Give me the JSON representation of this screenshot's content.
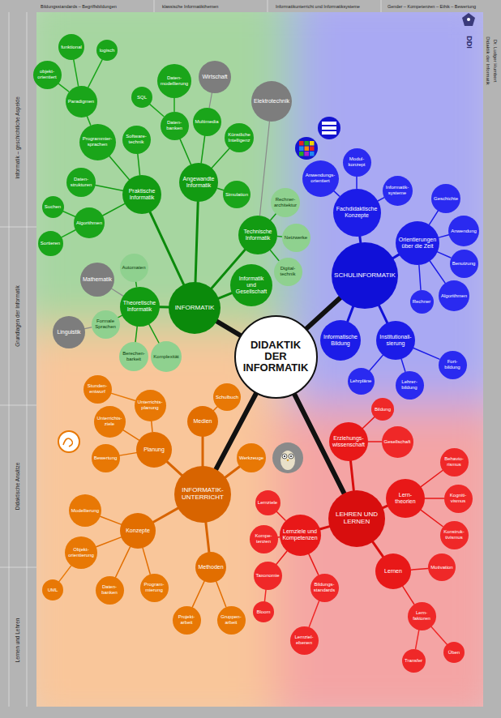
{
  "diagram": {
    "nodes": [
      {
        "text": [
          "DIDAKTIK DER INFORMATIK"
        ]
      },
      {
        "text": [
          "INFORMATIK"
        ]
      },
      {
        "text": [
          "SCHULINFORMATIK"
        ]
      },
      {
        "text": [
          "LEHREN UND LERNEN"
        ]
      },
      {
        "text": [
          "INFORMATIK-UNTERRICHT"
        ]
      },
      {
        "text": [
          "Theoretische Informatik"
        ]
      },
      {
        "text": [
          "Praktische Informatik"
        ]
      },
      {
        "text": [
          "Angewandte Informatik"
        ]
      },
      {
        "text": [
          "Technische Informatik"
        ]
      },
      {
        "text": [
          "Informatik und Gesellschaft"
        ]
      },
      {
        "text": [
          "Automaten"
        ]
      },
      {
        "text": [
          "Formale Sprachen"
        ]
      },
      {
        "text": [
          "Berechen-barkeit"
        ]
      },
      {
        "text": [
          "Komplexität"
        ]
      },
      {
        "text": [
          "Algorithmen"
        ]
      },
      {
        "text": [
          "Daten-strukturen"
        ]
      },
      {
        "text": [
          "Programmier-sprachen"
        ]
      },
      {
        "text": [
          "Software-technik"
        ]
      },
      {
        "text": [
          "Sortieren"
        ]
      },
      {
        "text": [
          "Suchen"
        ]
      },
      {
        "text": [
          "Paradigmen"
        ]
      },
      {
        "text": [
          "objekt-orientiert"
        ]
      },
      {
        "text": [
          "funktional"
        ]
      },
      {
        "text": [
          "Daten-banken"
        ]
      },
      {
        "text": [
          "Multimedia"
        ]
      },
      {
        "text": [
          "Künstliche Intelligenz"
        ]
      },
      {
        "text": [
          "Simulation"
        ]
      },
      {
        "text": [
          "SQL"
        ]
      },
      {
        "text": [
          "Daten-modellierung"
        ]
      },
      {
        "text": [
          "logisch"
        ]
      },
      {
        "text": [
          "Rechner-architektur"
        ]
      },
      {
        "text": [
          "Netzwerke"
        ]
      },
      {
        "text": [
          "Digital-technik"
        ]
      },
      {
        "text": [
          "Fachdidaktische Konzepte"
        ]
      },
      {
        "text": [
          "Orientierungen über die Zeit"
        ]
      },
      {
        "text": [
          "Institutionali-sierung"
        ]
      },
      {
        "text": [
          "Informatische Bildung"
        ]
      },
      {
        "text": [
          "Modul-konzept"
        ]
      },
      {
        "text": [
          "Anwendungs-orientiert"
        ]
      },
      {
        "text": [
          "Informatik-systeme"
        ]
      },
      {
        "text": [
          "Geschichte"
        ]
      },
      {
        "text": [
          "Anwendung"
        ]
      },
      {
        "text": [
          "Benutzung"
        ]
      },
      {
        "text": [
          "Algorithmen"
        ]
      },
      {
        "text": [
          "Rechner"
        ]
      },
      {
        "text": [
          "Lehrpläne"
        ]
      },
      {
        "text": [
          "Lehrer-bildung"
        ]
      },
      {
        "text": [
          "Fort-bildung"
        ]
      },
      {
        "text": [
          "Erziehungs-wissenschaft"
        ]
      },
      {
        "text": [
          "Bildung"
        ]
      },
      {
        "text": [
          "Gesellschaft"
        ]
      },
      {
        "text": [
          "Lern-theorien"
        ]
      },
      {
        "text": [
          "Behavio-rismus"
        ]
      },
      {
        "text": [
          "Kogniti-vismus"
        ]
      },
      {
        "text": [
          "Konstruk-tivismus"
        ]
      },
      {
        "text": [
          "Lernen"
        ]
      },
      {
        "text": [
          "Motivation"
        ]
      },
      {
        "text": [
          "Lern-faktoren"
        ]
      },
      {
        "text": [
          "Üben"
        ]
      },
      {
        "text": [
          "Transfer"
        ]
      },
      {
        "text": [
          "Lernziele und Kompetenzen"
        ]
      },
      {
        "text": [
          "Lernziele"
        ]
      },
      {
        "text": [
          "Kompe-tenzen"
        ]
      },
      {
        "text": [
          "Taxonomie"
        ]
      },
      {
        "text": [
          "Bildungs-standards"
        ]
      },
      {
        "text": [
          "Bloom"
        ]
      },
      {
        "text": [
          "Lernziel-ebenen"
        ]
      },
      {
        "text": [
          "Planung"
        ]
      },
      {
        "text": [
          "Konzepte"
        ]
      },
      {
        "text": [
          "Medien"
        ]
      },
      {
        "text": [
          "Methoden"
        ]
      },
      {
        "text": [
          "Unterrichts-planung"
        ]
      },
      {
        "text": [
          "Unterrichts-ziele"
        ]
      },
      {
        "text": [
          "Bewertung"
        ]
      },
      {
        "text": [
          "Stunden-entwurf"
        ]
      },
      {
        "text": [
          "Modellierung"
        ]
      },
      {
        "text": [
          "Objekt-orientierung"
        ]
      },
      {
        "text": [
          "Daten-banken"
        ]
      },
      {
        "text": [
          "Program-mierung"
        ]
      },
      {
        "text": [
          "UML"
        ]
      },
      {
        "text": [
          "Schulbuch"
        ]
      },
      {
        "text": [
          "Projekt-arbeit"
        ]
      },
      {
        "text": [
          "Gruppen-arbeit"
        ]
      },
      {
        "text": [
          "Werkzeuge"
        ]
      },
      {
        "text": [
          "Wirtschaft"
        ]
      },
      {
        "text": [
          "Elektrotechnik"
        ]
      },
      {
        "text": [
          "Mathematik"
        ]
      },
      {
        "text": [
          "Linguistik"
        ]
      }
    ],
    "edges": [
      {
        "from": 0,
        "to": 1,
        "arrow": "none"
      },
      {
        "from": 0,
        "to": 2,
        "arrow": "none"
      },
      {
        "from": 0,
        "to": 3,
        "arrow": "none"
      },
      {
        "from": 0,
        "to": 4,
        "arrow": "none"
      },
      {
        "from": 1,
        "to": 5,
        "arrow": "none"
      },
      {
        "from": 1,
        "to": 6,
        "arrow": "none"
      },
      {
        "from": 1,
        "to": 7,
        "arrow": "none"
      },
      {
        "from": 1,
        "to": 8,
        "arrow": "none"
      },
      {
        "from": 1,
        "to": 9,
        "arrow": "none"
      },
      {
        "from": 5,
        "to": 10,
        "arrow": "none"
      },
      {
        "from": 5,
        "to": 11,
        "arrow": "none"
      },
      {
        "from": 5,
        "to": 12,
        "arrow": "none"
      },
      {
        "from": 5,
        "to": 13,
        "arrow": "none"
      },
      {
        "from": 6,
        "to": 14,
        "arrow": "none"
      },
      {
        "from": 6,
        "to": 15,
        "arrow": "none"
      },
      {
        "from": 6,
        "to": 16,
        "arrow": "none"
      },
      {
        "from": 6,
        "to": 17,
        "arrow": "none"
      },
      {
        "from": 14,
        "to": 18,
        "arrow": "none"
      },
      {
        "from": 14,
        "to": 19,
        "arrow": "none"
      },
      {
        "from": 16,
        "to": 20,
        "arrow": "none"
      },
      {
        "from": 20,
        "to": 21,
        "arrow": "none"
      },
      {
        "from": 20,
        "to": 22,
        "arrow": "none"
      },
      {
        "from": 20,
        "to": 29,
        "arrow": "none"
      },
      {
        "from": 7,
        "to": 23,
        "arrow": "none"
      },
      {
        "from": 7,
        "to": 24,
        "arrow": "none"
      },
      {
        "from": 7,
        "to": 25,
        "arrow": "none"
      },
      {
        "from": 7,
        "to": 26,
        "arrow": "none"
      },
      {
        "from": 23,
        "to": 27,
        "arrow": "none"
      },
      {
        "from": 23,
        "to": 28,
        "arrow": "none"
      },
      {
        "from": 8,
        "to": 30,
        "arrow": "none"
      },
      {
        "from": 8,
        "to": 31,
        "arrow": "none"
      },
      {
        "from": 8,
        "to": 32,
        "arrow": "none"
      },
      {
        "from": 2,
        "to": 33,
        "arrow": "none"
      },
      {
        "from": 2,
        "to": 34,
        "arrow": "none"
      },
      {
        "from": 2,
        "to": 35,
        "arrow": "none"
      },
      {
        "from": 2,
        "to": 36,
        "arrow": "none"
      },
      {
        "from": 33,
        "to": 37,
        "arrow": "none"
      },
      {
        "from": 33,
        "to": 38,
        "arrow": "none"
      },
      {
        "from": 33,
        "to": 39,
        "arrow": "none"
      },
      {
        "from": 34,
        "to": 40,
        "arrow": "none"
      },
      {
        "from": 34,
        "to": 41,
        "arrow": "none"
      },
      {
        "from": 34,
        "to": 42,
        "arrow": "none"
      },
      {
        "from": 34,
        "to": 43,
        "arrow": "none"
      },
      {
        "from": 34,
        "to": 44,
        "arrow": "none"
      },
      {
        "from": 35,
        "to": 45,
        "arrow": "none"
      },
      {
        "from": 35,
        "to": 46,
        "arrow": "none"
      },
      {
        "from": 35,
        "to": 47,
        "arrow": "none"
      },
      {
        "from": 3,
        "to": 48,
        "arrow": "none"
      },
      {
        "from": 3,
        "to": 51,
        "arrow": "none"
      },
      {
        "from": 3,
        "to": 55,
        "arrow": "none"
      },
      {
        "from": 3,
        "to": 60,
        "arrow": "none"
      },
      {
        "from": 48,
        "to": 49,
        "arrow": "none"
      },
      {
        "from": 48,
        "to": 50,
        "arrow": "none"
      },
      {
        "from": 51,
        "to": 52,
        "arrow": "none"
      },
      {
        "from": 51,
        "to": 53,
        "arrow": "none"
      },
      {
        "from": 51,
        "to": 54,
        "arrow": "none"
      },
      {
        "from": 55,
        "to": 56,
        "arrow": "none"
      },
      {
        "from": 55,
        "to": 57,
        "arrow": "none"
      },
      {
        "from": 57,
        "to": 58,
        "arrow": "none"
      },
      {
        "from": 57,
        "to": 59,
        "arrow": "none"
      },
      {
        "from": 60,
        "to": 61,
        "arrow": "none"
      },
      {
        "from": 60,
        "to": 62,
        "arrow": "none"
      },
      {
        "from": 60,
        "to": 63,
        "arrow": "none"
      },
      {
        "from": 60,
        "to": 64,
        "arrow": "none"
      },
      {
        "from": 63,
        "to": 65,
        "arrow": "none"
      },
      {
        "from": 64,
        "to": 66,
        "arrow": "none"
      },
      {
        "from": 4,
        "to": 67,
        "arrow": "none"
      },
      {
        "from": 4,
        "to": 68,
        "arrow": "none"
      },
      {
        "from": 4,
        "to": 69,
        "arrow": "none"
      },
      {
        "from": 4,
        "to": 70,
        "arrow": "none"
      },
      {
        "from": 4,
        "to": 83,
        "arrow": "none"
      },
      {
        "from": 67,
        "to": 71,
        "arrow": "none"
      },
      {
        "from": 67,
        "to": 72,
        "arrow": "none"
      },
      {
        "from": 67,
        "to": 73,
        "arrow": "none"
      },
      {
        "from": 71,
        "to": 74,
        "arrow": "none"
      },
      {
        "from": 68,
        "to": 75,
        "arrow": "none"
      },
      {
        "from": 68,
        "to": 76,
        "arrow": "none"
      },
      {
        "from": 68,
        "to": 77,
        "arrow": "none"
      },
      {
        "from": 68,
        "to": 78,
        "arrow": "none"
      },
      {
        "from": 76,
        "to": 79,
        "arrow": "none"
      },
      {
        "from": 69,
        "to": 80,
        "arrow": "none"
      },
      {
        "from": 70,
        "to": 81,
        "arrow": "none"
      },
      {
        "from": 70,
        "to": 82,
        "arrow": "none"
      },
      {
        "from": 84,
        "to": 24,
        "arrow": "none"
      },
      {
        "from": 85,
        "to": 8,
        "arrow": "none"
      },
      {
        "from": 86,
        "to": 5,
        "arrow": "none"
      },
      {
        "from": 87,
        "to": 11,
        "arrow": "none"
      }
    ],
    "labels": [
      "Bildungsstandards – Begriffsbildungen",
      "klassische Informatikthemen",
      "Informatikunterricht und Informatiksysteme",
      "Gender – Kompetenzen – Ethik – Bewertung",
      "Informatik – geschichtliche Aspekte",
      "Grundlagen der Informatik",
      "Didaktische Ansätze",
      "Lernen und Lehren",
      "DDI",
      "Didaktik der Informatik",
      "Dr. Ludger Humbert"
    ]
  }
}
